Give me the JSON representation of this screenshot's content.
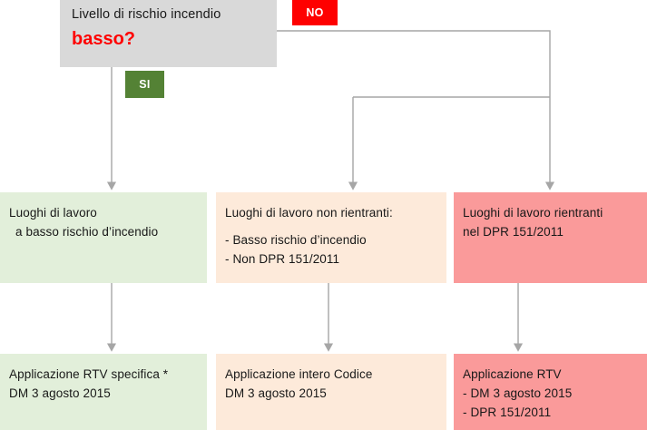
{
  "diagram": {
    "title": "Livello di rischio incendio - albero decisionale",
    "colors": {
      "decision_bg": "#d9d9d9",
      "no_badge_bg": "#fe0000",
      "si_badge_bg": "#548235",
      "green_bg": "#e2efda",
      "yellow_bg": "#fdeada",
      "red_bg": "#fa9a9a",
      "question_accent": "#ff0000",
      "connector": "#a6a6a6",
      "text": "#181818"
    }
  },
  "decision": {
    "question_line1": "Livello di rischio incendio",
    "question_line2": "basso?"
  },
  "branches": {
    "no_label": "NO",
    "si_label": "SI"
  },
  "middle_row": [
    {
      "id": "luoghi-basso-rischio",
      "lines": [
        {
          "text": "Luoghi di lavoro",
          "indent": false,
          "gap": false
        },
        {
          "text": "a basso rischio d’incendio",
          "indent": true,
          "gap": false
        }
      ]
    },
    {
      "id": "luoghi-non-rientranti",
      "lines": [
        {
          "text": "Luoghi di lavoro non rientranti:",
          "indent": false,
          "gap": false
        },
        {
          "text": "- Basso rischio d’incendio",
          "indent": false,
          "gap": true
        },
        {
          "text": "- Non DPR 151/2011",
          "indent": false,
          "gap": false
        }
      ]
    },
    {
      "id": "luoghi-rientranti-dpr",
      "lines": [
        {
          "text": "Luoghi di lavoro rientranti",
          "indent": false,
          "gap": false
        },
        {
          "text": "nel DPR 151/2011",
          "indent": false,
          "gap": false
        }
      ]
    }
  ],
  "bottom_row": [
    {
      "id": "applicazione-rtv-specifica",
      "lines": [
        {
          "text": "Applicazione RTV specifica *",
          "indent": false,
          "gap": false
        },
        {
          "text": "DM 3 agosto 2015",
          "indent": false,
          "gap": false
        }
      ]
    },
    {
      "id": "applicazione-intero-codice",
      "lines": [
        {
          "text": "Applicazione intero Codice",
          "indent": false,
          "gap": false
        },
        {
          "text": "DM 3 agosto 2015",
          "indent": false,
          "gap": false
        }
      ]
    },
    {
      "id": "applicazione-rtv",
      "lines": [
        {
          "text": "Applicazione RTV",
          "indent": false,
          "gap": false
        },
        {
          "text": "- DM 3 agosto 2015",
          "indent": false,
          "gap": false
        },
        {
          "text": "- DPR 151/2011",
          "indent": false,
          "gap": false
        }
      ]
    }
  ]
}
